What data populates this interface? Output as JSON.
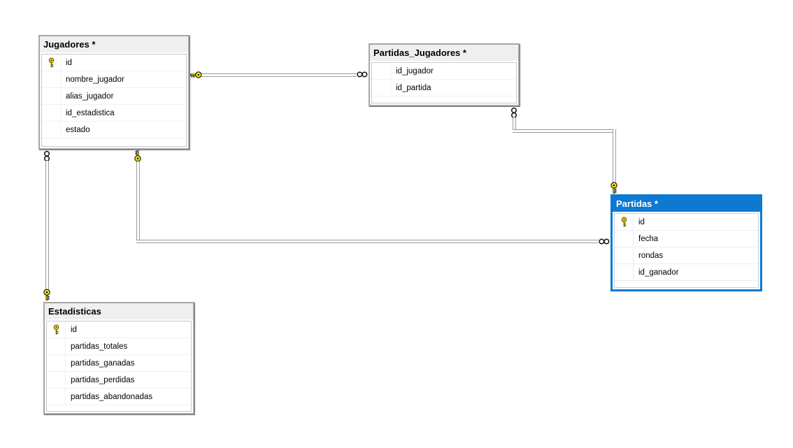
{
  "diagram": {
    "tables": [
      {
        "title": "Jugadores *",
        "selected": false,
        "columns": [
          {
            "name": "id",
            "is_key": true
          },
          {
            "name": "nombre_jugador",
            "is_key": false
          },
          {
            "name": "alias_jugador",
            "is_key": false
          },
          {
            "name": "id_estadistica",
            "is_key": false
          },
          {
            "name": "estado",
            "is_key": false
          }
        ]
      },
      {
        "title": "Partidas_Jugadores *",
        "selected": false,
        "columns": [
          {
            "name": "id_jugador",
            "is_key": false
          },
          {
            "name": "id_partida",
            "is_key": false
          }
        ]
      },
      {
        "title": "Partidas *",
        "selected": true,
        "columns": [
          {
            "name": "id",
            "is_key": true
          },
          {
            "name": "fecha",
            "is_key": false
          },
          {
            "name": "rondas",
            "is_key": false
          },
          {
            "name": "id_ganador",
            "is_key": false
          }
        ]
      },
      {
        "title": "Estadisticas",
        "selected": false,
        "columns": [
          {
            "name": "id",
            "is_key": true
          },
          {
            "name": "partidas_totales",
            "is_key": false
          },
          {
            "name": "partidas_ganadas",
            "is_key": false
          },
          {
            "name": "partidas_perdidas",
            "is_key": false
          },
          {
            "name": "partidas_abandonadas",
            "is_key": false
          }
        ]
      }
    ],
    "relations": [
      {
        "one_side": "Jugadores",
        "many_side": "Partidas_Jugadores"
      },
      {
        "one_side": "Partidas",
        "many_side": "Partidas_Jugadores"
      },
      {
        "one_side": "Jugadores",
        "many_side": "Partidas"
      },
      {
        "one_side": "Estadisticas",
        "many_side": "Jugadores"
      }
    ],
    "colors": {
      "selected_header": "#0d79d2",
      "header_bg": "#efefef",
      "connector_gray": "#9a9a9d",
      "key_yellow": "#ffe800"
    }
  }
}
